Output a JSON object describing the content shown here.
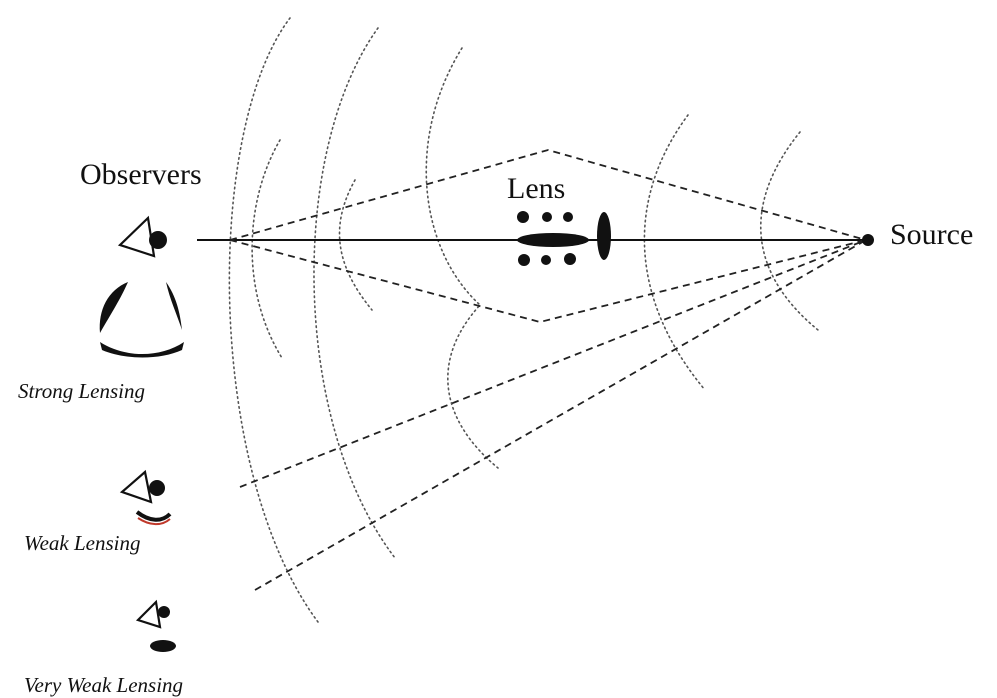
{
  "labels": {
    "observers": "Observers",
    "lens": "Lens",
    "source": "Source",
    "strong": "Strong Lensing",
    "weak": "Weak Lensing",
    "very_weak": "Very Weak Lensing"
  },
  "colors": {
    "ink": "#111111",
    "wavefront": "#555555",
    "weak_arc_accent": "#c0392b"
  },
  "icons": [
    "eye-icon",
    "source-point",
    "lens-galaxy-cluster"
  ]
}
